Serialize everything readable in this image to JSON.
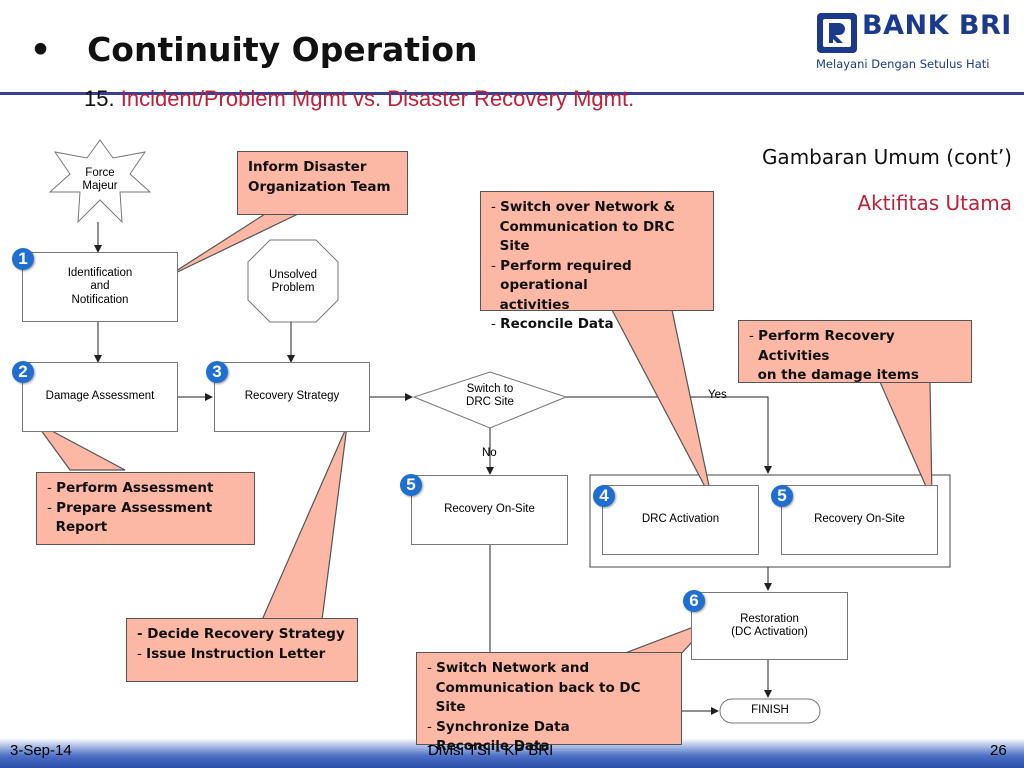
{
  "title": {
    "bullet": "•",
    "text": "Continuity Operation"
  },
  "subtitle": {
    "number": "15.",
    "text": "Incident/Problem Mgmt vs. Disaster Recovery Mgmt."
  },
  "logo": {
    "name": "BANK BRI",
    "tagline": "Melayani Dengan Setulus Hati",
    "brand_color": "#1b3a8c"
  },
  "heading": {
    "line1": "Gambaran Umum (cont’)",
    "line2": "Aktifitas Utama",
    "line2_color": "#c0203a"
  },
  "nodes": {
    "force_majeur": "Force\nMajeur",
    "identification": "Identification\nand\nNotification",
    "unsolved": "Unsolved\nProblem",
    "damage": "Damage Assessment",
    "recovery_strategy": "Recovery Strategy",
    "switch_drc": "Switch to\nDRC Site",
    "recovery_onsite_a": "Recovery On-Site",
    "drc_activation": "DRC Activation",
    "recovery_onsite_b": "Recovery On-Site",
    "restoration": "Restoration\n(DC Activation)",
    "finish": "FINISH"
  },
  "edge_labels": {
    "yes": "Yes",
    "no": "No"
  },
  "badges": {
    "identification": "1",
    "damage": "2",
    "recovery_strategy": "3",
    "drc_activation": "4",
    "recovery_onsite_a": "5",
    "recovery_onsite_b": "5",
    "restoration": "6"
  },
  "callouts": {
    "inform": [
      "Inform Disaster",
      "Organization Team"
    ],
    "switch_over": [
      {
        "dash": "- ",
        "text": "Switch over Network &"
      },
      {
        "dash": "  ",
        "text": "Communication to DRC Site"
      },
      {
        "dash": "- ",
        "text": "Perform required operational"
      },
      {
        "dash": "  ",
        "text": "activities"
      },
      {
        "dash": "- ",
        "text": "Reconcile Data"
      }
    ],
    "perform_recovery": [
      {
        "dash": "- ",
        "text": "Perform Recovery Activities"
      },
      {
        "dash": "  ",
        "text": "on the damage items"
      }
    ],
    "assessment": [
      {
        "dash": "- ",
        "text": "Perform Assessment"
      },
      {
        "dash": "- ",
        "text": "Prepare Assessment"
      },
      {
        "dash": "  ",
        "text": "Report"
      }
    ],
    "decide": [
      {
        "dash": "",
        "text": "- Decide Recovery Strategy"
      },
      {
        "dash": "- ",
        "text": "Issue Instruction Letter"
      }
    ],
    "switch_back": [
      {
        "dash": "- ",
        "text": "Switch Network and"
      },
      {
        "dash": "  ",
        "text": "Communication back to DC Site"
      },
      {
        "dash": "- ",
        "text": "Synchronize Data"
      },
      {
        "dash": "- ",
        "text": "Reconcile Data"
      }
    ]
  },
  "colors": {
    "callout_fill": "#fcb7a5",
    "badge": "#1f6fd0",
    "rule": "#3b3f8f"
  },
  "footer": {
    "date": "3-Sep-14",
    "center": "Divisi TSI - KP BRI",
    "page": "26"
  }
}
